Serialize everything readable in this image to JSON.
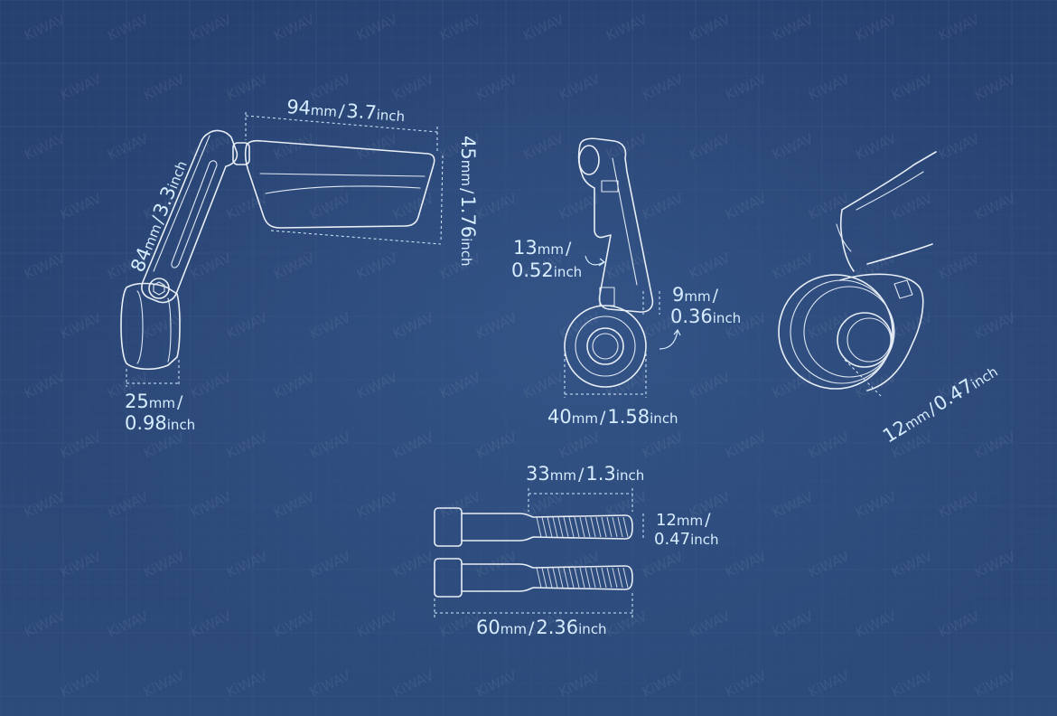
{
  "watermark": "KiWAV",
  "colors": {
    "background": "#26406f",
    "grid": "#3a5583",
    "outline": "#e8eef6",
    "label": "#d6ecff"
  },
  "dimensions": {
    "arm_length": {
      "mm": "84",
      "mm_unit": "mm",
      "inch": "3.3",
      "inch_unit": "inch"
    },
    "mirror_width": {
      "mm": "94",
      "mm_unit": "mm",
      "inch": "3.7",
      "inch_unit": "inch"
    },
    "mirror_height": {
      "mm": "45",
      "mm_unit": "mm",
      "inch": "1.76",
      "inch_unit": "inch"
    },
    "mount_depth": {
      "mm": "25",
      "mm_unit": "mm",
      "inch": "0.98",
      "inch_unit": "inch"
    },
    "clamp_offset": {
      "mm": "13",
      "mm_unit": "mm",
      "inch": "0.52",
      "inch_unit": "inch"
    },
    "clamp_gap": {
      "mm": "9",
      "mm_unit": "mm",
      "inch": "0.36",
      "inch_unit": "inch"
    },
    "clamp_width": {
      "mm": "40",
      "mm_unit": "mm",
      "inch": "1.58",
      "inch_unit": "inch"
    },
    "bore_diameter": {
      "mm": "12",
      "mm_unit": "mm",
      "inch": "0.47",
      "inch_unit": "inch"
    },
    "thread_length": {
      "mm": "33",
      "mm_unit": "mm",
      "inch": "1.3",
      "inch_unit": "inch"
    },
    "bolt_diameter": {
      "mm": "12",
      "mm_unit": "mm",
      "inch": "0.47",
      "inch_unit": "inch"
    },
    "bolt_length": {
      "mm": "60",
      "mm_unit": "mm",
      "inch": "2.36",
      "inch_unit": "inch"
    }
  }
}
